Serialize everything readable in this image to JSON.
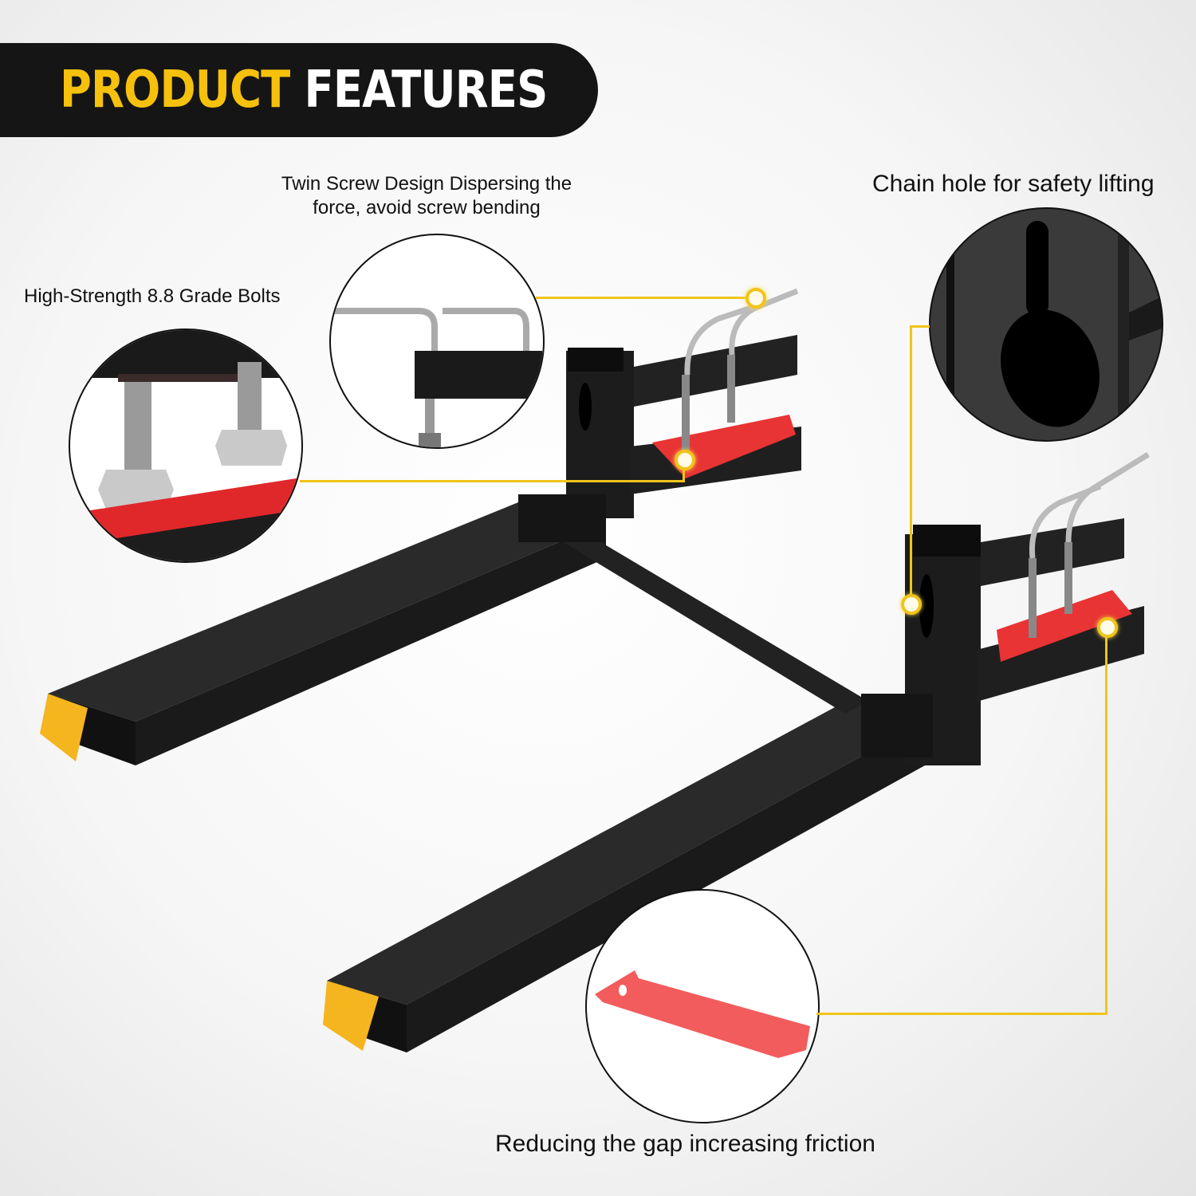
{
  "header": {
    "title_part1": "PRODUCT",
    "title_part2": "FEATURES",
    "accent_color": "#f6c10c",
    "title_color_secondary": "#ffffff",
    "banner_color": "#151515"
  },
  "callouts": [
    {
      "id": "bolts",
      "text": "High-Strength 8.8 Grade Bolts"
    },
    {
      "id": "twin-screw",
      "line1": "Twin Screw Design Dispersing the",
      "line2": "force, avoid screw bending"
    },
    {
      "id": "chain-hole",
      "text": "Chain hole for safety lifting"
    },
    {
      "id": "gap-plate",
      "text": "Reducing the gap increasing friction"
    }
  ],
  "colors": {
    "callout_line": "#f0c419",
    "frame": "#1b1b1b",
    "fork_tip": "#f5b51f",
    "pad": "#e83434"
  },
  "product": {
    "name": "pallet-fork-clamp-attachment"
  }
}
